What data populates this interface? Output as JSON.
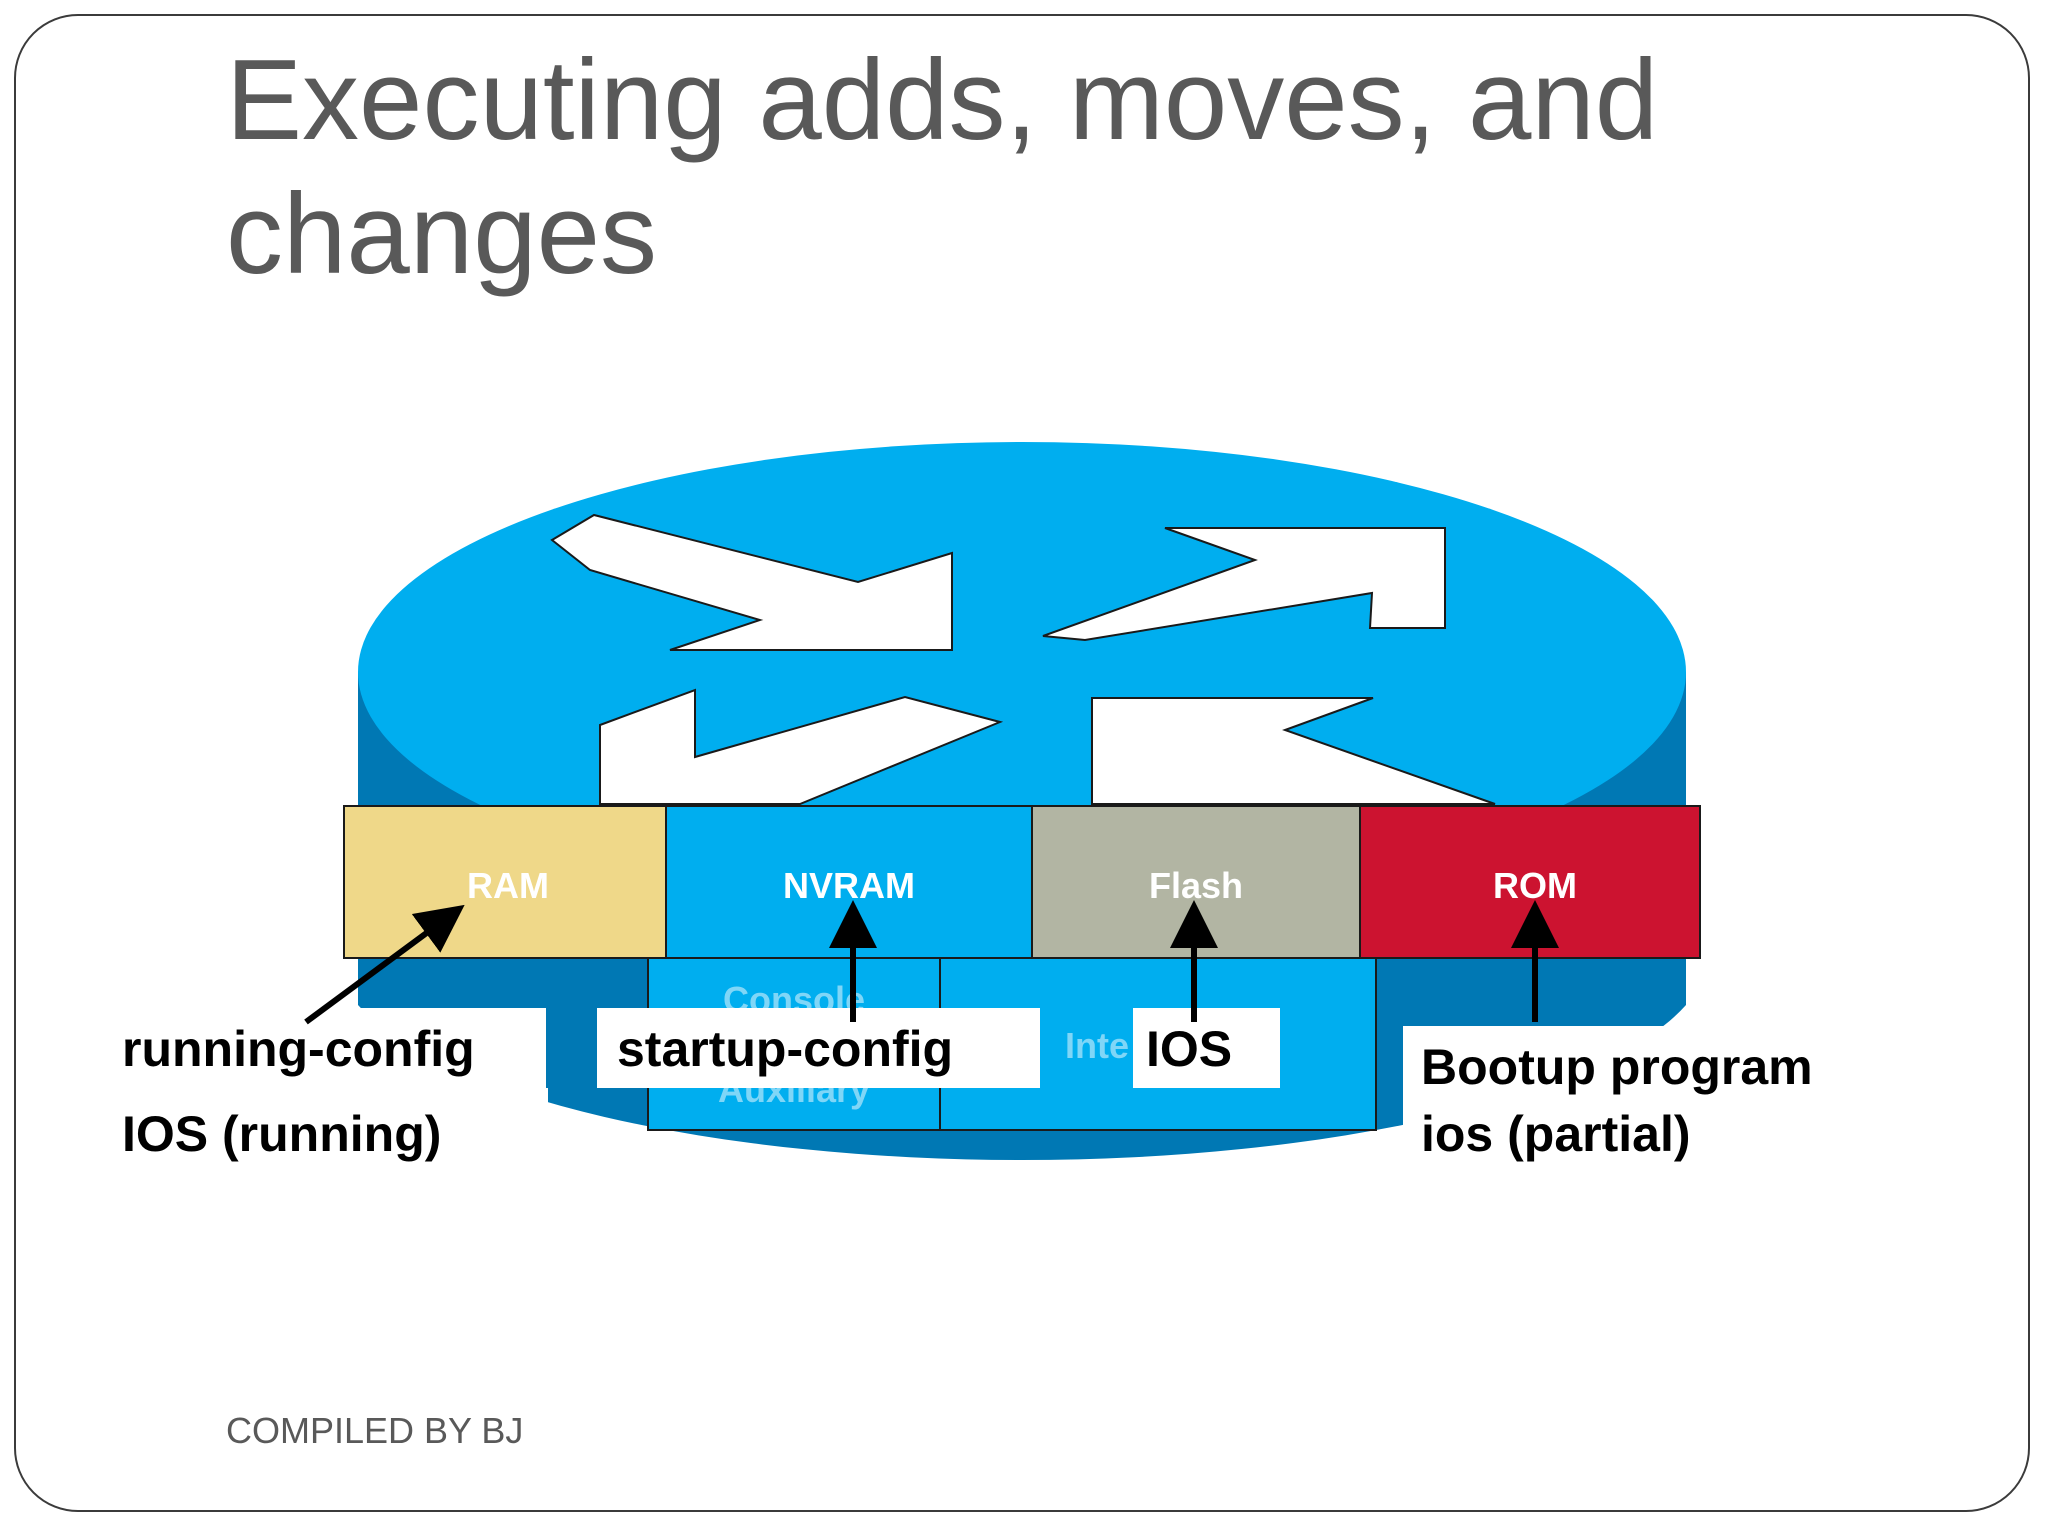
{
  "slide": {
    "title_lines": [
      "Executing adds, moves, and",
      "changes"
    ],
    "footer": "COMPILED BY BJ"
  },
  "router": {
    "memory_components": [
      "RAM",
      "NVRAM",
      "Flash",
      "ROM"
    ],
    "lower_panels": [
      "Console",
      "Auxiliary",
      "Inte"
    ],
    "colors": {
      "body_top": "#00aeef",
      "body_side": "#0078b4",
      "arrows": "#ffffff",
      "ram": "#efd889",
      "nvram": "#00aeef",
      "flash": "#b2b5a3",
      "rom": "#cc1330"
    }
  },
  "callouts": {
    "ram": [
      "running-config",
      "IOS (running)"
    ],
    "nvram": [
      "startup-config"
    ],
    "flash": [
      "IOS"
    ],
    "rom": [
      "Bootup program",
      "ios (partial)"
    ]
  }
}
